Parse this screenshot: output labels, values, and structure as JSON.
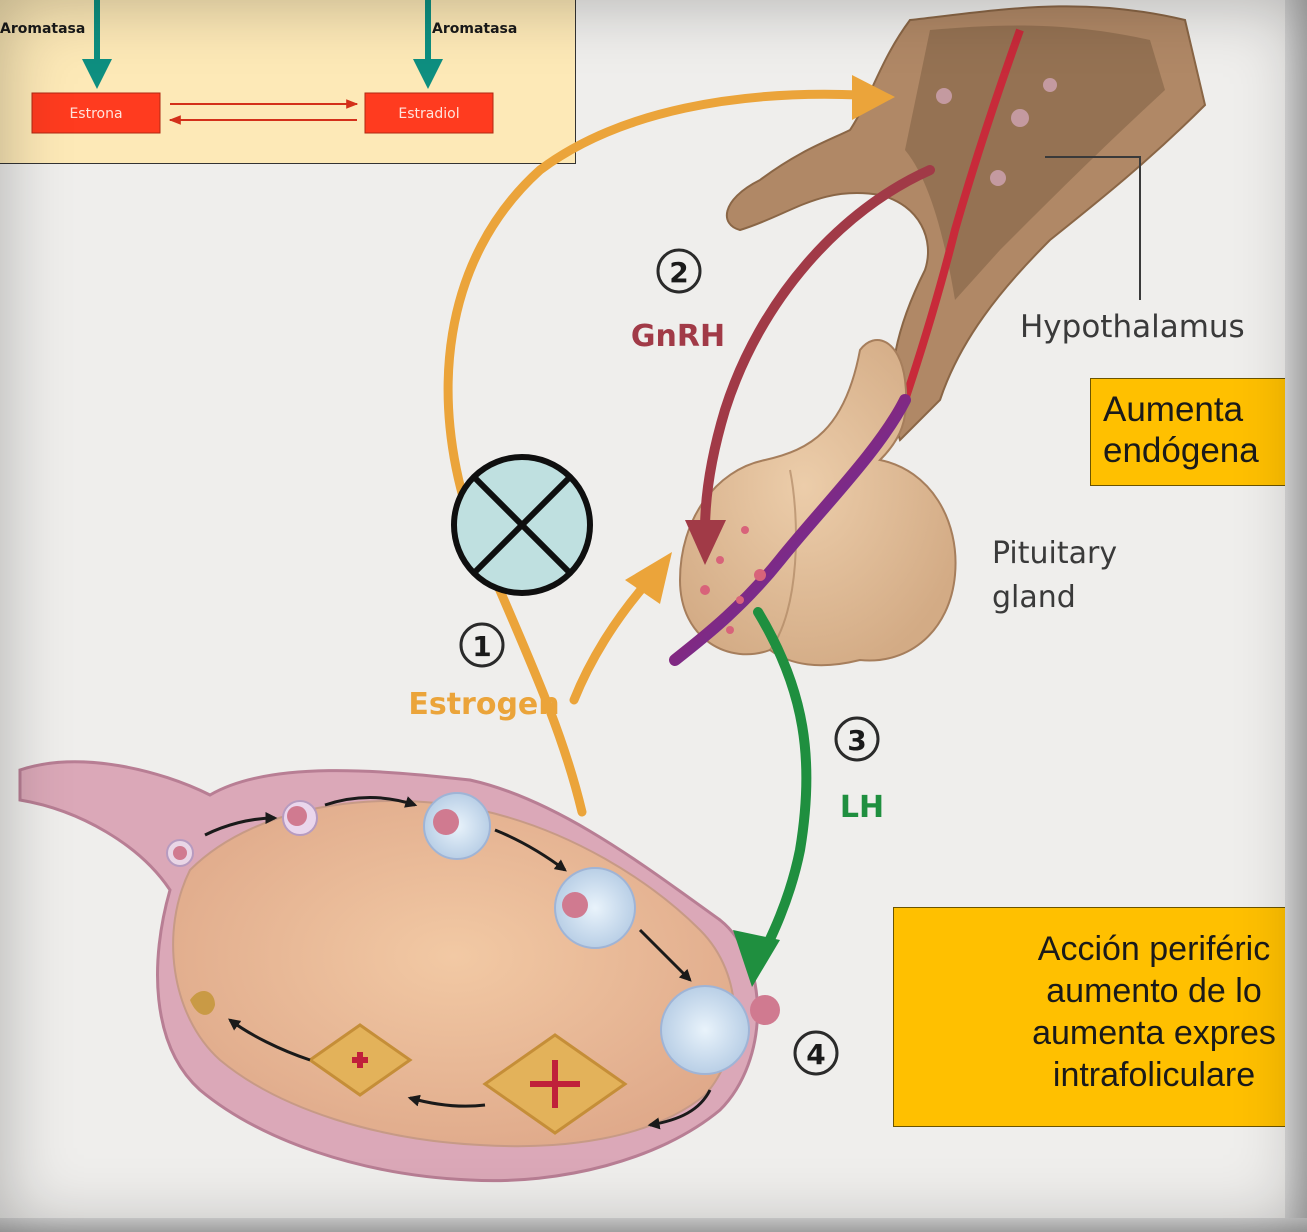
{
  "formula_box": {
    "enzyme_left": "Aromatasa",
    "enzyme_right": "Aromatasa",
    "product_left": "Estrona",
    "product_right": "Estradiol"
  },
  "diagram": {
    "step1_number": "1",
    "step1_label": "Estrogen",
    "step2_number": "2",
    "step2_label": "GnRH",
    "step3_number": "3",
    "step3_label": "LH",
    "step4_number": "4",
    "hypothalamus_label": "Hypothalamus",
    "pituitary_label_line1": "Pituitary",
    "pituitary_label_line2": "gland"
  },
  "callouts": {
    "top_line1": "Aumenta",
    "top_line2": "endógena",
    "bottom_line1": "Acción periféric",
    "bottom_line2": "aumento de lo",
    "bottom_line3": "aumenta expres",
    "bottom_line4": "intrafoliculare"
  },
  "colors": {
    "estrogen_arrow": "#eba43a",
    "gnrh_arrow": "#a13a47",
    "lh_arrow": "#1f8f3f",
    "callout_fill": "#ffc000",
    "enzyme_arrow": "#0e8f80",
    "product_box": "#ff3b1f"
  }
}
